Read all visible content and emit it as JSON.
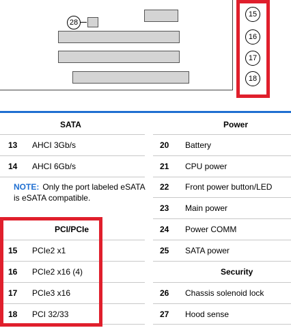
{
  "board": {
    "jumper_callout": "28",
    "slot_callouts": [
      "15",
      "16",
      "17",
      "18"
    ]
  },
  "table": {
    "left_header": "SATA",
    "right_header": "Power",
    "pci_header": "PCI/PCIe",
    "security_header": "Security",
    "note_label": "NOTE:",
    "note_text": "Only the port labeled eSATA is eSATA compatible.",
    "left_rows": [
      {
        "num": "13",
        "label": "AHCI 3Gb/s"
      },
      {
        "num": "14",
        "label": "AHCI 6Gb/s"
      }
    ],
    "pci_rows": [
      {
        "num": "15",
        "label": "PCIe2 x1"
      },
      {
        "num": "16",
        "label": "PCIe2 x16 (4)"
      },
      {
        "num": "17",
        "label": "PCIe3 x16"
      },
      {
        "num": "18",
        "label": "PCI 32/33"
      }
    ],
    "power_rows": [
      {
        "num": "20",
        "label": "Battery"
      },
      {
        "num": "21",
        "label": "CPU power"
      },
      {
        "num": "22",
        "label": "Front power button/LED"
      },
      {
        "num": "23",
        "label": "Main power"
      },
      {
        "num": "24",
        "label": "Power COMM"
      },
      {
        "num": "25",
        "label": "SATA power"
      }
    ],
    "security_rows": [
      {
        "num": "26",
        "label": "Chassis solenoid lock"
      },
      {
        "num": "27",
        "label": "Hood sense"
      }
    ]
  },
  "colors": {
    "highlight": "#e01f2c",
    "accent": "#1f6fd1",
    "slot_fill": "#d4d4d4"
  }
}
